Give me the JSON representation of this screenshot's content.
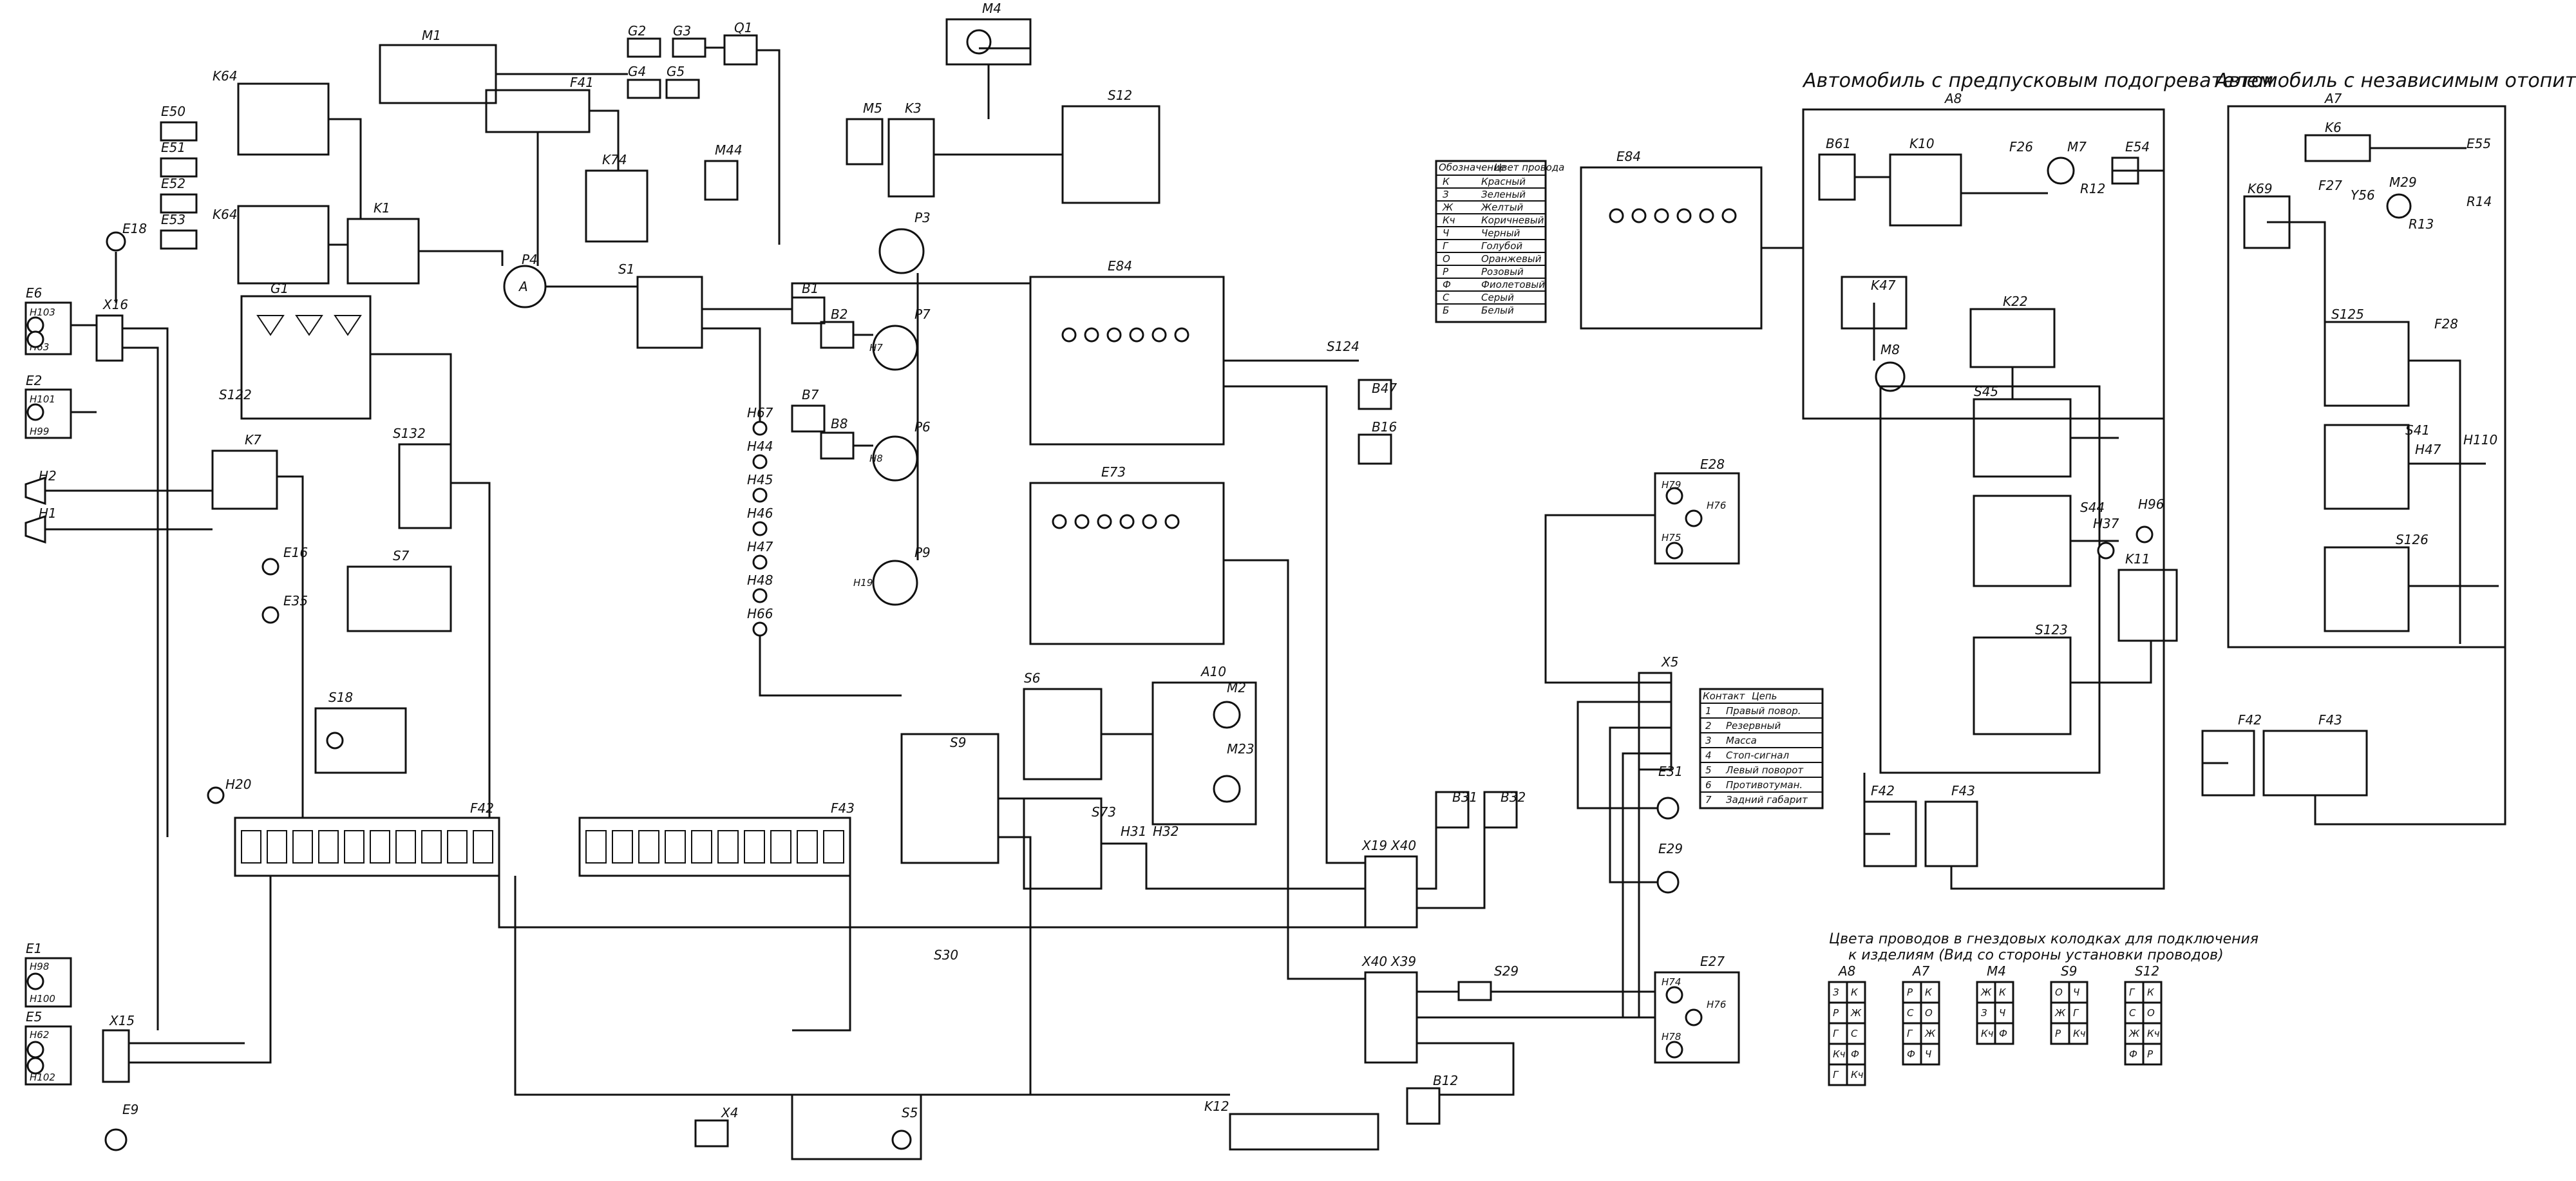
{
  "headers": {
    "preheater": "Автомобиль с предпусковым подогревателем",
    "independent_heater": "Автомобиль с независимым отопителем"
  },
  "sockets_note": {
    "line1": "Цвета проводов в гнездовых колодках для подключения",
    "line2": "к изделиям (Вид со стороны установки проводов)",
    "blocks": [
      {
        "label": "A8",
        "cells": [
          "З",
          "К",
          "Р",
          "Ж",
          "Г",
          "С",
          "Кч",
          "Ф",
          "Г",
          "Кч"
        ]
      },
      {
        "label": "A7",
        "cells": [
          "Р",
          "К",
          "С",
          "О",
          "Г",
          "Ж",
          "Ф",
          "Ч"
        ]
      },
      {
        "label": "M4",
        "cells": [
          "Ж",
          "К",
          "З",
          "Ч",
          "Кч",
          "Ф"
        ]
      },
      {
        "label": "S9",
        "cells": [
          "О",
          "Ч",
          "Ж",
          "Г",
          "Р",
          "Кч"
        ]
      },
      {
        "label": "S12",
        "cells": [
          "Г",
          "К",
          "С",
          "О",
          "Ж",
          "Кч",
          "Ф",
          "Р"
        ]
      }
    ]
  },
  "wire_colors": {
    "header_code": "Обозначение",
    "header_color": "Цвет провода",
    "rows": [
      [
        "К",
        "Красный"
      ],
      [
        "З",
        "Зеленый"
      ],
      [
        "Ж",
        "Желтый"
      ],
      [
        "Кч",
        "Коричневый"
      ],
      [
        "Ч",
        "Черный"
      ],
      [
        "Г",
        "Голубой"
      ],
      [
        "О",
        "Оранжевый"
      ],
      [
        "Р",
        "Розовый"
      ],
      [
        "Ф",
        "Фиолетовый"
      ],
      [
        "С",
        "Серый"
      ],
      [
        "Б",
        "Белый"
      ]
    ]
  },
  "x5_table": {
    "header_contact": "Контакт",
    "header_circuit": "Цепь",
    "rows": [
      [
        "1",
        "Правый повор."
      ],
      [
        "2",
        "Резервный"
      ],
      [
        "3",
        "Масса"
      ],
      [
        "4",
        "Стоп-сигнал"
      ],
      [
        "5",
        "Левый поворот"
      ],
      [
        "6",
        "Противотуман."
      ],
      [
        "7",
        "Задний габарит"
      ]
    ]
  },
  "labels": {
    "E6": "E6",
    "H103": "H103",
    "H63": "H63",
    "E2": "E2",
    "H101": "H101",
    "H99": "H99",
    "E18": "E18",
    "E50": "E50",
    "E51": "E51",
    "E52": "E52",
    "E53": "E53",
    "K64a": "K64",
    "K64b": "K64",
    "K1": "K1",
    "G1": "G1",
    "S122": "S122",
    "X16": "X16",
    "H2": "H2",
    "H1": "H1",
    "K7": "K7",
    "S132": "S132",
    "E16": "E16",
    "E35": "E35",
    "S7": "S7",
    "S18": "S18",
    "H20": "H20",
    "F42": "F42",
    "F43": "F43",
    "E1": "E1",
    "H98": "H98",
    "H100": "H100",
    "E5": "E5",
    "H62": "H62",
    "H102": "H102",
    "X15": "X15",
    "E9": "E9",
    "X4": "X4",
    "M1": "M1",
    "G2": "G2",
    "G3": "G3",
    "G4": "G4",
    "G5": "G5",
    "Q1": "Q1",
    "F41": "F41",
    "K74": "K74",
    "M44": "M44",
    "P4": "P4",
    "S1": "S1",
    "M4": "M4",
    "M5": "M5",
    "K3": "K3",
    "S12": "S12",
    "P3": "P3",
    "B1": "B1",
    "B2": "B2",
    "P7": "P7",
    "H7": "H7",
    "B7": "B7",
    "B8": "B8",
    "P6": "P6",
    "H8": "H8",
    "H67": "H67",
    "H44": "H44",
    "H45": "H45",
    "H46": "H46",
    "H47": "H47",
    "H48": "H48",
    "H66": "H66",
    "P9": "P9",
    "H19": "H19",
    "E84a": "E84",
    "E73": "E73",
    "S124": "S124",
    "B47": "B47",
    "B16": "B16",
    "S6": "S6",
    "A10": "A10",
    "M2": "M2",
    "M23": "M23",
    "S73": "S73",
    "H31": "H31",
    "H32": "H32",
    "S9": "S9",
    "S5": "S5",
    "S30": "S30",
    "K12": "K12",
    "X19": "X19",
    "X40a": "X40",
    "X40b": "X40",
    "X39": "X39",
    "B31": "B31",
    "B32": "B32",
    "S29": "S29",
    "B12": "B12",
    "E28": "E28",
    "H79a": "H79",
    "H76a": "H76",
    "H75": "H75",
    "X5": "X5",
    "E31": "E31",
    "E29": "E29",
    "E27": "E27",
    "H74": "H74",
    "H76b": "H76",
    "H78": "H78",
    "A8": "A8",
    "E84b": "E84",
    "B61": "B61",
    "K10": "K10",
    "F26": "F26",
    "M7": "M7",
    "E54": "E54",
    "R12": "R12",
    "K47": "K47",
    "M8": "M8",
    "K22": "K22",
    "S45": "S45",
    "S44": "S44",
    "S123": "S123",
    "H37": "H37",
    "H96": "H96",
    "K11": "K11",
    "A7": "A7",
    "K6": "K6",
    "K69": "K69",
    "F27": "F27",
    "Y56": "Y56",
    "M29": "M29",
    "R13": "R13",
    "E55": "E55",
    "R14": "R14",
    "S125": "S125",
    "F28": "F28",
    "S41": "S41",
    "S126": "S126",
    "H47b": "H47",
    "H110": "H110",
    "F42b": "F42",
    "F43b": "F43",
    "F42c": "F42",
    "F43c": "F43"
  }
}
